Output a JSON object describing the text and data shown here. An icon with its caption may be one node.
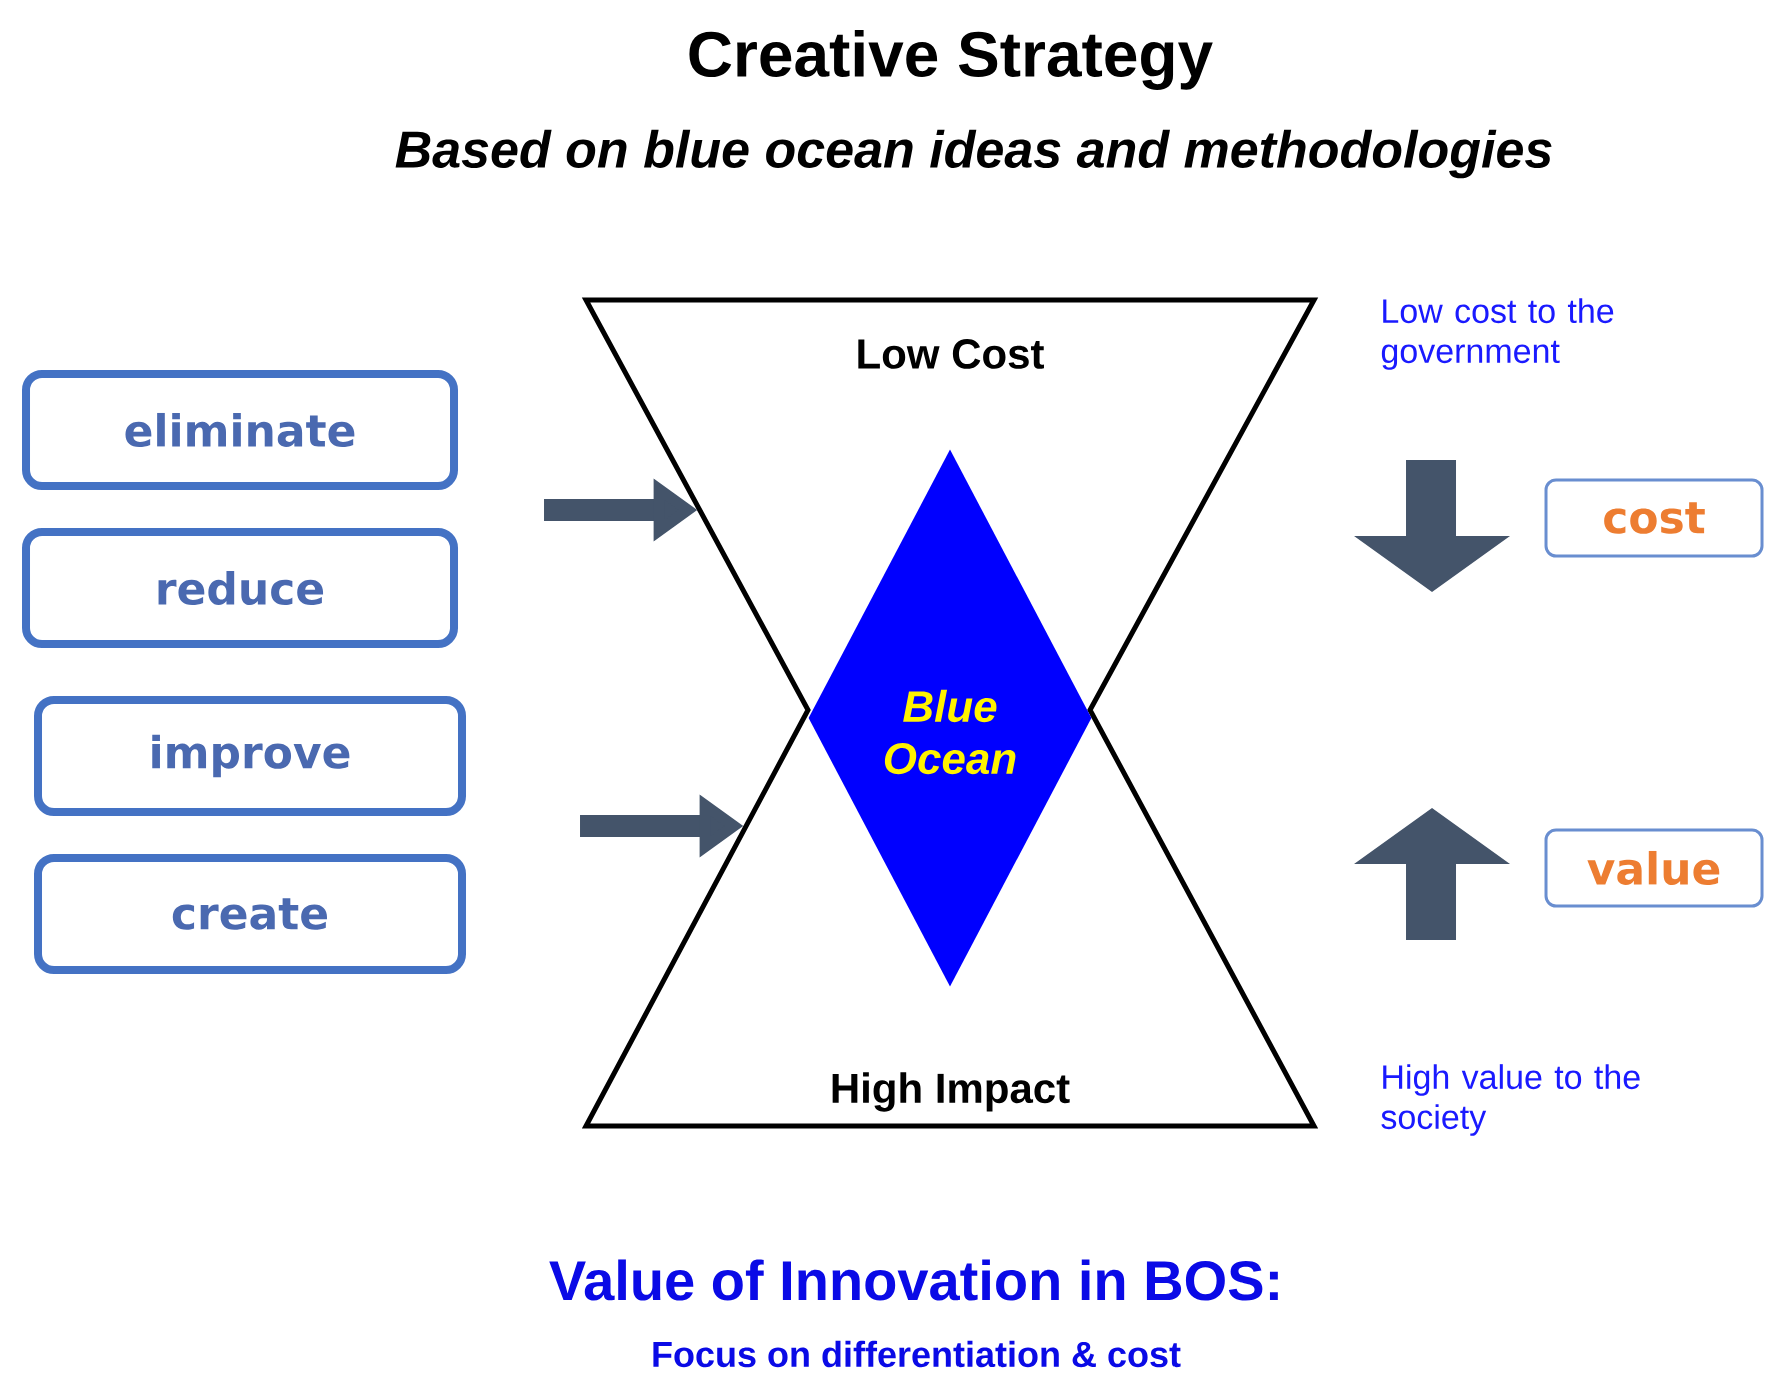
{
  "diagram": {
    "title": "Creative Strategy",
    "nodes": [
      {
        "text": [
          "eliminate"
        ]
      },
      {
        "text": [
          "reduce"
        ]
      },
      {
        "text": [
          "improve"
        ]
      },
      {
        "text": [
          "create"
        ]
      },
      {
        "text": [
          "Low Cost",
          "High Impact"
        ]
      },
      {
        "text": [
          "Blue Ocean"
        ],
        "in": 4
      },
      {
        "text": [
          "cost"
        ]
      },
      {
        "text": [
          "value"
        ]
      }
    ],
    "edges": [
      {
        "from": null,
        "to": 4,
        "arrow": "to"
      },
      {
        "from": null,
        "to": 4,
        "arrow": "to"
      }
    ],
    "labels": [
      "Based on blue ocean ideas and methodologies",
      "Low cost to the government",
      "High value to the society",
      "Value of Innovation in BOS:",
      "Focus on differentiation & cost"
    ]
  }
}
